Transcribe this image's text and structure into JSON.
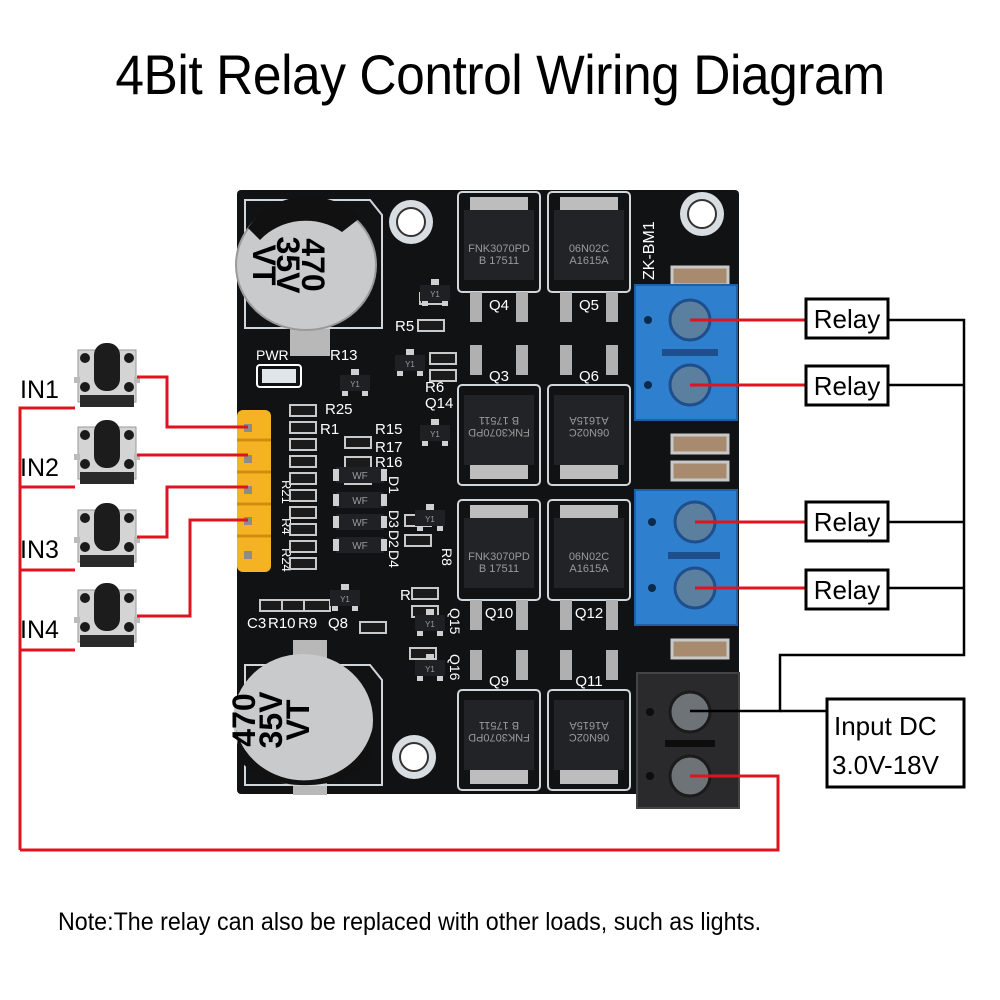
{
  "title": "4Bit Relay Control Wiring Diagram",
  "note": "Note:The relay can also be replaced with other loads, such as lights.",
  "inputs": [
    {
      "label": "IN1"
    },
    {
      "label": "IN2"
    },
    {
      "label": "IN3"
    },
    {
      "label": "IN4"
    }
  ],
  "relays": [
    {
      "label": "Relay"
    },
    {
      "label": "Relay"
    },
    {
      "label": "Relay"
    },
    {
      "label": "Relay"
    }
  ],
  "power": {
    "line1": "Input DC",
    "line2": "3.0V-18V"
  },
  "board": {
    "model": "ZK-BM1",
    "pwr_label": "PWR",
    "capacitor": {
      "value": "470",
      "voltage": "35V",
      "series": "VT"
    },
    "mosfets": [
      {
        "part": "FNK3070PD",
        "code": "B 17511",
        "ref": "Q4"
      },
      {
        "part": "06N02C",
        "code": "A1615A",
        "ref": "Q5"
      },
      {
        "part": "FNK3070PD",
        "code": "B 17511",
        "ref": "Q3"
      },
      {
        "part": "06N02C",
        "code": "A1615A",
        "ref": "Q6"
      },
      {
        "part": "FNK3070PD",
        "code": "B 17511",
        "ref": "Q10"
      },
      {
        "part": "06N02C",
        "code": "A1615A",
        "ref": "Q12"
      },
      {
        "part": "FNK3070PD",
        "code": "B 17511",
        "ref": "Q9"
      },
      {
        "part": "06N02C",
        "code": "A1615A",
        "ref": "Q11"
      }
    ],
    "silkscreen": [
      "R5",
      "R13",
      "R6",
      "Q14",
      "R25",
      "R1",
      "R15",
      "R17",
      "R16",
      "D1",
      "D3",
      "D2",
      "D4",
      "R8",
      "R14",
      "Q15",
      "Q16",
      "Q8",
      "C3",
      "R10",
      "R9",
      "R21",
      "R4",
      "R24"
    ],
    "diode_mark": "WF",
    "transistor_mark": "Y1"
  },
  "colors": {
    "wire_red": "#e0141e",
    "wire_black": "#000000",
    "pcb": "#111214",
    "terminal_blue": "#2f7fcf",
    "terminal_black": "#2a2a2c",
    "header_yellow": "#f5b324"
  }
}
